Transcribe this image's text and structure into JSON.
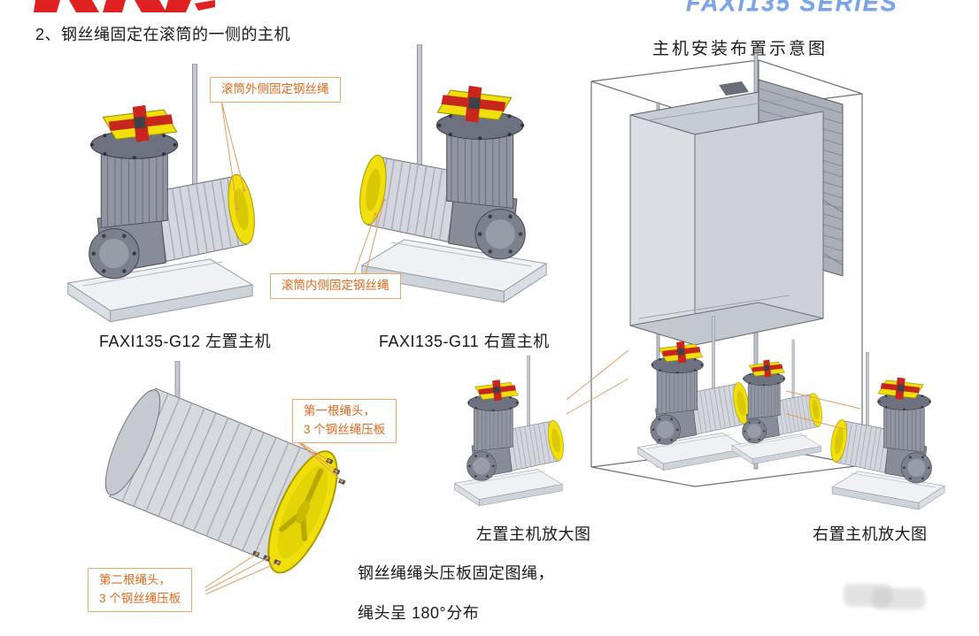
{
  "header": {
    "series": "FAXI135  SERIES",
    "heading": "2、钢丝绳固定在滚筒的一侧的主机",
    "diagram_title": "主机安装布置示意图"
  },
  "captions": {
    "g12": "FAXI135-G12 左置主机",
    "g11": "FAXI135-G11 右置主机",
    "left_zoom": "左置主机放大图",
    "right_zoom": "右置主机放大图"
  },
  "callouts": {
    "outer": "滚筒外侧固定钢丝绳",
    "inner": "滚筒内侧固定钢丝绳",
    "first_line1": "第一根绳头，",
    "first_line2": "3 个钢丝绳压板",
    "second_line1": "第二根绳头，",
    "second_line2": "3 个钢丝绳压板"
  },
  "notes": {
    "line1": "钢丝绳绳头压板固定图绳，",
    "line2": "绳头呈 180°分布"
  },
  "colors": {
    "callout_border": "#f0a868",
    "callout_text": "#e06a1f",
    "series_blue": "#7aa4e6",
    "logo_red": "#e02121",
    "machine_yellow": "#f0df0a",
    "clamp_red": "#c8261c"
  }
}
